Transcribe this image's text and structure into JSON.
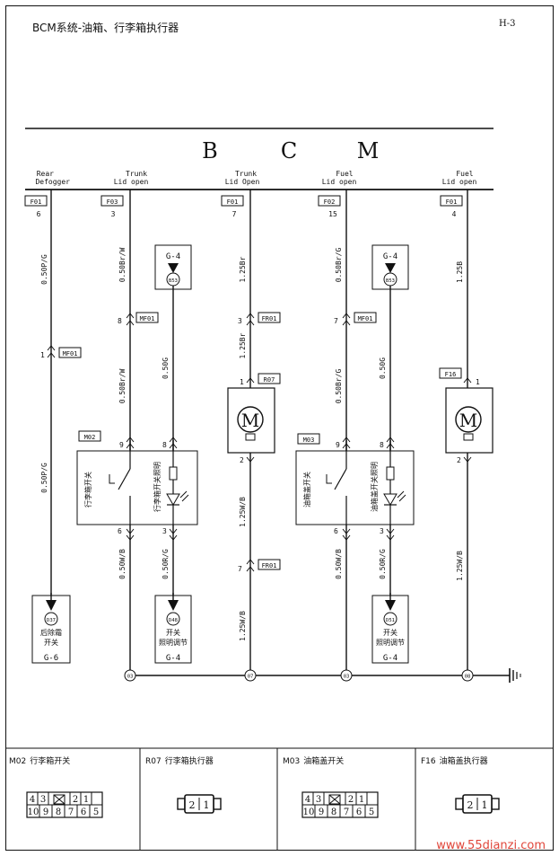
{
  "header": {
    "title": "BCM系统-油箱、行李箱执行器",
    "page_code": "H-3"
  },
  "bcm": {
    "letters": [
      "B",
      "C",
      "M"
    ]
  },
  "colors": {
    "line": "#111111",
    "background": "#ffffff",
    "watermark": "#e0463a"
  },
  "pins": [
    {
      "label_lines": [
        "Rear",
        "Defogger"
      ],
      "connector": "F01",
      "pin": "6"
    },
    {
      "label_lines": [
        "Trunk",
        "Lid open"
      ],
      "connector": "F03",
      "pin": "3"
    },
    {
      "label_lines": [
        "Trunk",
        "Lid Open"
      ],
      "connector": "F01",
      "pin": "7"
    },
    {
      "label_lines": [
        "Fuel",
        "Lid open"
      ],
      "connector": "F02",
      "pin": "15"
    },
    {
      "label_lines": [
        "Fuel",
        "Lid open"
      ],
      "connector": "F01",
      "pin": "4"
    }
  ],
  "wires": [
    "0.50P/G",
    "0.50P/G",
    "0.50Br/W",
    "0.50Br/W",
    "0.50W/B",
    "0.50G",
    "0.50R/G",
    "1.25Br",
    "1.25Br",
    "1.25W/B",
    "1.25W/B",
    "0.50Br/G",
    "0.50Br/G",
    "0.50W/B",
    "0.50G",
    "0.50R/G",
    "1.25B",
    "1.25W/B"
  ],
  "connectors": {
    "mf01_a": {
      "name": "MF01",
      "pin": "8"
    },
    "mf01_b": {
      "name": "MF01",
      "pin": "1"
    },
    "mf01_c": {
      "name": "MF01",
      "pin": "7"
    },
    "fr01_a": {
      "name": "FR01",
      "pin": "3"
    },
    "fr01_b": {
      "name": "FR01",
      "pin": "7"
    },
    "r07": {
      "name": "R07",
      "pin_top": "1",
      "pin_bottom": "2"
    },
    "f16": {
      "name": "F16",
      "pin_top": "1",
      "pin_bottom": "2"
    },
    "m02": {
      "name": "M02",
      "pins": [
        "9",
        "8",
        "6",
        "3"
      ]
    },
    "m03": {
      "name": "M03",
      "pins": [
        "9",
        "8",
        "6",
        "3"
      ]
    }
  },
  "components": {
    "m02_switch_label": "行李箱开关",
    "m02_light_label": "行李箱开关照明",
    "m03_switch_label": "油箱盖开关",
    "m03_light_label": "油箱盖开关照明",
    "motor_symbol": "M"
  },
  "grounds_top": [
    {
      "tag": "G-4",
      "node": "B53"
    },
    {
      "tag": "G-4",
      "node": "B53"
    }
  ],
  "grounds_bottom": [
    {
      "node": "D37",
      "label_lines": [
        "后除霜",
        "开关"
      ],
      "tag": "G-6"
    },
    {
      "node": "D48",
      "label_lines": [
        "开关",
        "照明调节"
      ],
      "tag": "G-4"
    },
    {
      "node": "D51",
      "label_lines": [
        "开关",
        "照明调节"
      ],
      "tag": "G-4"
    }
  ],
  "splices": [
    "03",
    "07",
    "03",
    "08"
  ],
  "legend": [
    {
      "code": "M02",
      "name": "行李箱开关",
      "pins_top": [
        "4",
        "3",
        "",
        "2",
        "1"
      ],
      "pins_bottom": [
        "10",
        "9",
        "8",
        "7",
        "6",
        "5"
      ]
    },
    {
      "code": "R07",
      "name": "行李箱执行器",
      "pins": [
        "2",
        "1"
      ]
    },
    {
      "code": "M03",
      "name": "油箱盖开关",
      "pins_top": [
        "4",
        "3",
        "",
        "2",
        "1"
      ],
      "pins_bottom": [
        "10",
        "9",
        "8",
        "7",
        "6",
        "5"
      ]
    },
    {
      "code": "F16",
      "name": "油箱盖执行器",
      "pins": [
        "2",
        "1"
      ]
    }
  ],
  "watermark": "www.55dianzi.com"
}
